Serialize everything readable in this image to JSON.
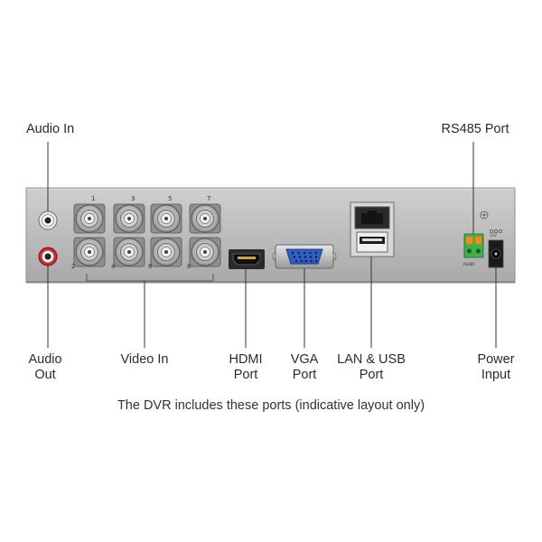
{
  "labels": {
    "audio_in": "Audio In",
    "rs485": "RS485 Port",
    "audio_out": [
      "Audio",
      "Out"
    ],
    "video_in": "Video In",
    "hdmi": [
      "HDMI",
      "Port"
    ],
    "vga": [
      "VGA",
      "Port"
    ],
    "lan_usb": [
      "LAN & USB",
      "Port"
    ],
    "power": [
      "Power",
      "Input"
    ]
  },
  "bnc_numbers": {
    "top": [
      "1",
      "3",
      "5",
      "7"
    ],
    "bottom": [
      "2",
      "4",
      "6",
      "8"
    ]
  },
  "panel_text": {
    "rs485": "RS485",
    "dc": "12V"
  },
  "caption": "The DVR includes these ports (indicative layout only)",
  "colors": {
    "panel": "#bdbdbd",
    "panel_edge": "#8e8e8e",
    "audio_in_ring": "#e8e8e8",
    "audio_out_ring": "#d1232a",
    "rs485_block": "#3fb24a",
    "rs485_screws": "#f08a1c",
    "vga_blue": "#2f5fc4"
  }
}
